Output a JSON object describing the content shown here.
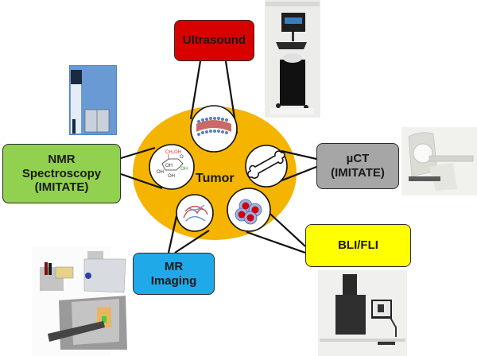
{
  "diagram": {
    "center": {
      "label": "Tumor",
      "color": "#f5b400"
    },
    "modalities": [
      {
        "id": "ultrasound",
        "lines": [
          "Ultrasound"
        ],
        "color": "#d90000",
        "photo": "ultrasound-machine-photo",
        "inset": "cell-membrane-icon"
      },
      {
        "id": "nmr",
        "lines": [
          "NMR",
          "Spectroscopy",
          "(IMITATE)"
        ],
        "color": "#92d050",
        "photo": "nmr-spectrometer-photo",
        "inset": "glucose-molecule-icon"
      },
      {
        "id": "uct",
        "lines": [
          "µCT",
          "(IMITATE)"
        ],
        "color": "#a6a6a6",
        "photo": "ct-scanner-photo",
        "inset": "bone-icon"
      },
      {
        "id": "mr",
        "lines": [
          "MR",
          "Imaging"
        ],
        "color": "#1fa9e8",
        "photo": "mri-scanner-photo",
        "inset": "blood-vessels-icon"
      },
      {
        "id": "bli",
        "lines": [
          "BLI/FLI"
        ],
        "color": "#ffff00",
        "photo": "optical-imager-photo",
        "inset": "tumor-cells-icon"
      }
    ],
    "inset_labels": {
      "glucose": [
        "CH₂OH",
        "O",
        "OH",
        "OH",
        "OH",
        "OH"
      ]
    }
  }
}
